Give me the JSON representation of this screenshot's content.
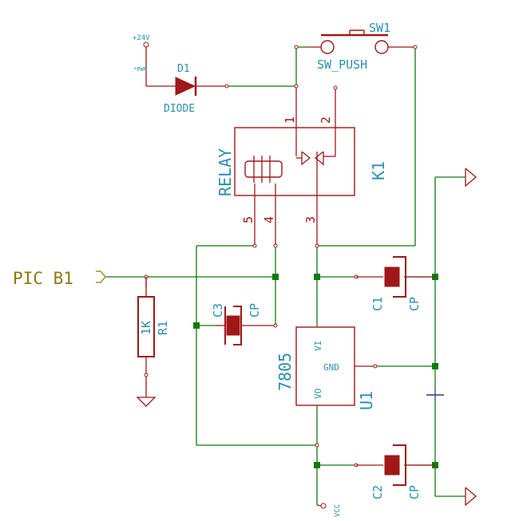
{
  "net_labels": {
    "pic": "PIC B1"
  },
  "power": {
    "plus24v": "+24V",
    "pwr_flag": "*PWR",
    "vcc": "VCC"
  },
  "components": {
    "d1": {
      "ref": "D1",
      "value": "DIODE"
    },
    "sw1": {
      "ref": "SW1",
      "value": "SW_PUSH"
    },
    "k1": {
      "ref": "K1",
      "value": "RELAY",
      "pins": [
        "1",
        "2",
        "3",
        "4",
        "5"
      ]
    },
    "r1": {
      "ref": "R1",
      "value": "1K"
    },
    "c1": {
      "ref": "C1",
      "value": "CP"
    },
    "c2": {
      "ref": "C2",
      "value": "CP"
    },
    "c3": {
      "ref": "C3",
      "value": "CP"
    },
    "u1": {
      "ref": "U1",
      "value": "7805",
      "pin_vi": "VI",
      "pin_gnd": "GND",
      "pin_vo": "VO"
    }
  }
}
